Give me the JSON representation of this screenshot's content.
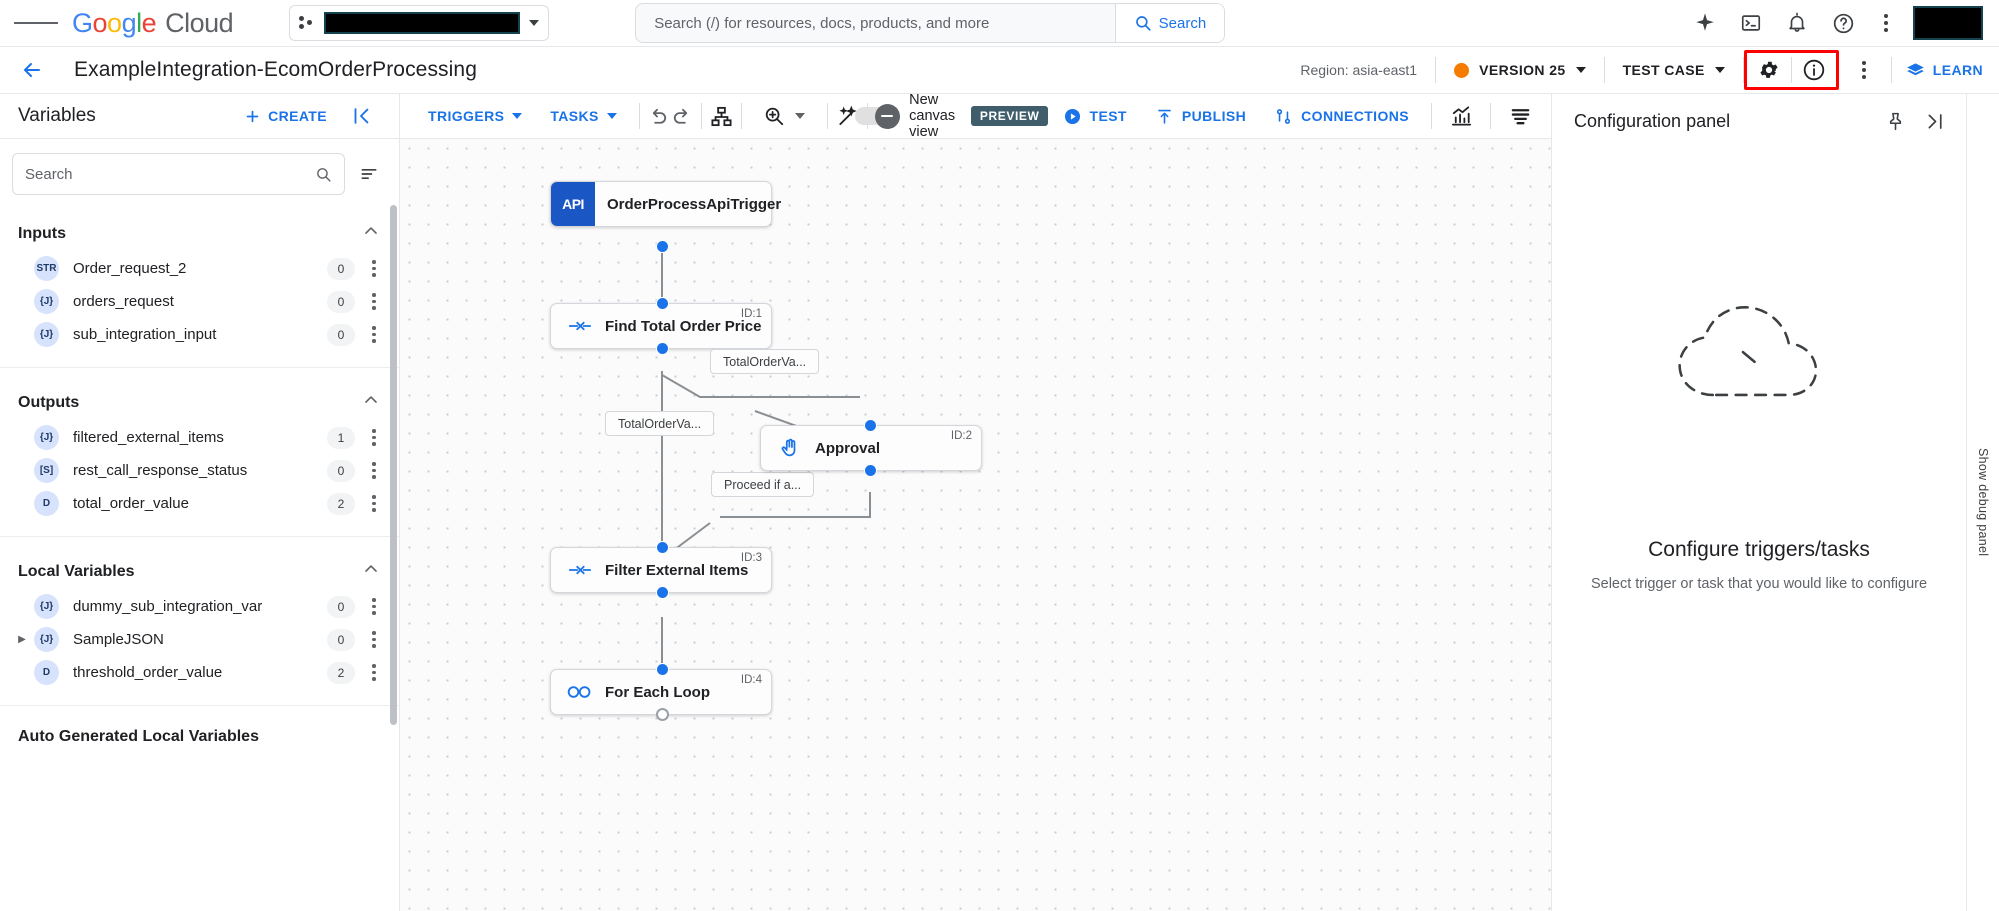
{
  "topbar": {
    "menu_icon": "hamburger-icon",
    "logo": {
      "google": "Google",
      "cloud": "Cloud"
    },
    "project_picker": {
      "icon": "project-dots-icon",
      "value": "",
      "redacted": true
    },
    "search": {
      "placeholder": "Search (/) for resources, docs, products, and more",
      "value": "",
      "button_label": "Search"
    },
    "icons": [
      "gemini-sparkle-icon",
      "cloud-shell-icon",
      "notifications-bell-icon",
      "help-icon",
      "more-options-icon"
    ],
    "avatar": {
      "redacted": true
    }
  },
  "pageheader": {
    "back_label": "←",
    "title": "ExampleIntegration-EcomOrderProcessing",
    "region": "Region: asia-east1",
    "version": "VERSION 25",
    "test_case": "TEST CASE",
    "settings_icon": "gear-icon",
    "info_icon": "info-icon",
    "more_icon": "more-options-icon",
    "learn": "LEARN",
    "highlight_color": "#ff0000",
    "version_dot_color": "#f57c00"
  },
  "variables_panel": {
    "title": "Variables",
    "create_label": "CREATE",
    "collapse_icon": "collapse-panel-icon",
    "search": {
      "placeholder": "Search",
      "value": ""
    },
    "sort_icon": "sort-icon",
    "sections": [
      {
        "title": "Inputs",
        "items": [
          {
            "type": "STR",
            "name": "Order_request_2",
            "count": "0",
            "expandable": false
          },
          {
            "type": "{J}",
            "name": "orders_request",
            "count": "0",
            "expandable": false
          },
          {
            "type": "{J}",
            "name": "sub_integration_input",
            "count": "0",
            "expandable": false
          }
        ]
      },
      {
        "title": "Outputs",
        "items": [
          {
            "type": "{J}",
            "name": "filtered_external_items",
            "count": "1",
            "expandable": false
          },
          {
            "type": "[S]",
            "name": "rest_call_response_status",
            "count": "0",
            "expandable": false
          },
          {
            "type": "D",
            "name": "total_order_value",
            "count": "2",
            "expandable": false
          }
        ]
      },
      {
        "title": "Local Variables",
        "items": [
          {
            "type": "{J}",
            "name": "dummy_sub_integration_var",
            "count": "0",
            "expandable": false
          },
          {
            "type": "{J}",
            "name": "SampleJSON",
            "count": "0",
            "expandable": true
          },
          {
            "type": "D",
            "name": "threshold_order_value",
            "count": "2",
            "expandable": false
          }
        ]
      },
      {
        "title": "Auto Generated Local Variables",
        "items": []
      }
    ]
  },
  "canvas_toolbar": {
    "triggers": "TRIGGERS",
    "tasks": "TASKS",
    "undo_icon": "undo-icon",
    "redo_icon": "redo-icon",
    "layout_icon": "auto-layout-icon",
    "zoom_icon": "zoom-icon",
    "magic_icon": "magic-wand-icon",
    "toggle_state": "off",
    "canvas_view_label": "New canvas view",
    "preview_badge": "PREVIEW",
    "test": "TEST",
    "publish": "PUBLISH",
    "connections": "CONNECTIONS",
    "monitor_icon": "analytics-icon",
    "logs_icon": "logs-icon"
  },
  "graph": {
    "nodes": [
      {
        "id": "",
        "label": "OrderProcessApiTrigger",
        "icon": "api-badge",
        "badge": "API"
      },
      {
        "id": "ID:1",
        "label": "Find Total Order Price",
        "icon": "map-task-icon"
      },
      {
        "id": "ID:2",
        "label": "Approval",
        "icon": "approval-hand-icon"
      },
      {
        "id": "ID:3",
        "label": "Filter External Items",
        "icon": "map-task-icon"
      },
      {
        "id": "ID:4",
        "label": "For Each Loop",
        "icon": "loop-icon"
      }
    ],
    "edge_labels": [
      "TotalOrderVa...",
      "TotalOrderVa...",
      "Proceed if a..."
    ]
  },
  "config_panel": {
    "title": "Configuration panel",
    "pin_icon": "pin-icon",
    "expand_icon": "expand-panel-icon",
    "empty_title": "Configure triggers/tasks",
    "empty_sub": "Select trigger or task that you would like to configure",
    "art": "dashed-cloud-illustration"
  },
  "debug_rail": {
    "label": "Show debug panel"
  }
}
